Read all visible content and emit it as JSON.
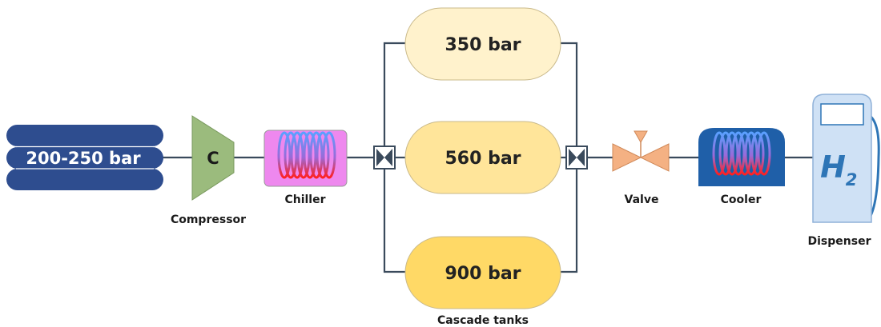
{
  "source": {
    "label": "200-250 bar"
  },
  "compressor": {
    "symbol": "C",
    "label": "Compressor"
  },
  "chiller": {
    "label": "Chiller"
  },
  "tanks": {
    "items": [
      {
        "label": "350 bar"
      },
      {
        "label": "560 bar"
      },
      {
        "label": "900 bar"
      }
    ],
    "group_label": "Cascade tanks"
  },
  "valve": {
    "label": "Valve"
  },
  "cooler": {
    "label": "Cooler"
  },
  "dispenser": {
    "symbol_main": "H",
    "symbol_sub": "2",
    "label": "Dispenser"
  },
  "colors": {
    "source": "#2e4d8f",
    "compressor": "#9bbb7d",
    "chiller_bg": "#ee88ee",
    "tank_350": "#fff2cc",
    "tank_560": "#ffe59a",
    "tank_900": "#ffd966",
    "valve": "#f4b183",
    "cooler_bg": "#1f5fa8",
    "dispenser": "#cfe1f5",
    "h2": "#2e75b6"
  }
}
